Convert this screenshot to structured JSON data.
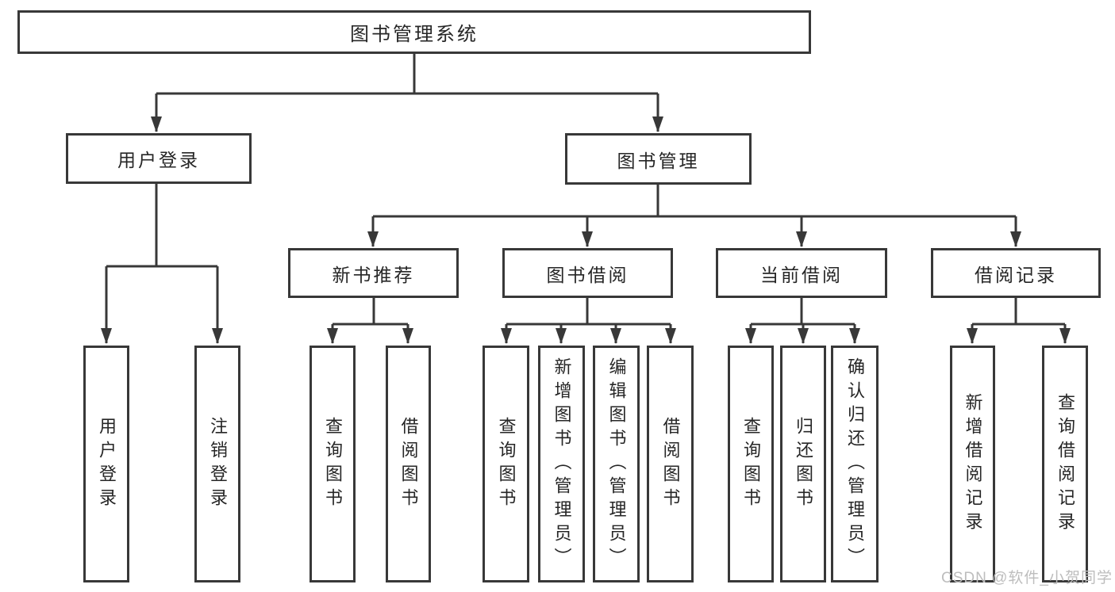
{
  "diagram": {
    "root": {
      "label": "图书管理系统"
    },
    "branches": [
      {
        "label": "用户登录",
        "children": [
          {
            "label": "用户登录"
          },
          {
            "label": "注销登录"
          }
        ]
      },
      {
        "label": "图书管理",
        "children": [
          {
            "label": "新书推荐",
            "children": [
              {
                "label": "查询图书"
              },
              {
                "label": "借阅图书"
              }
            ]
          },
          {
            "label": "图书借阅",
            "children": [
              {
                "label": "查询图书"
              },
              {
                "label": "新增图书（管理员）"
              },
              {
                "label": "编辑图书（管理员）"
              },
              {
                "label": "借阅图书"
              }
            ]
          },
          {
            "label": "当前借阅",
            "children": [
              {
                "label": "查询图书"
              },
              {
                "label": "归还图书"
              },
              {
                "label": "确认归还（管理员）"
              }
            ]
          },
          {
            "label": "借阅记录",
            "children": [
              {
                "label": "新增借阅记录"
              },
              {
                "label": "查询借阅记录"
              }
            ]
          }
        ]
      }
    ]
  },
  "watermark": {
    "text": "CSDN @软件_小贺同学"
  },
  "colors": {
    "line": "#383838",
    "text": "#262626",
    "watermark": "#bdbdbd",
    "bg": "#ffffff"
  }
}
